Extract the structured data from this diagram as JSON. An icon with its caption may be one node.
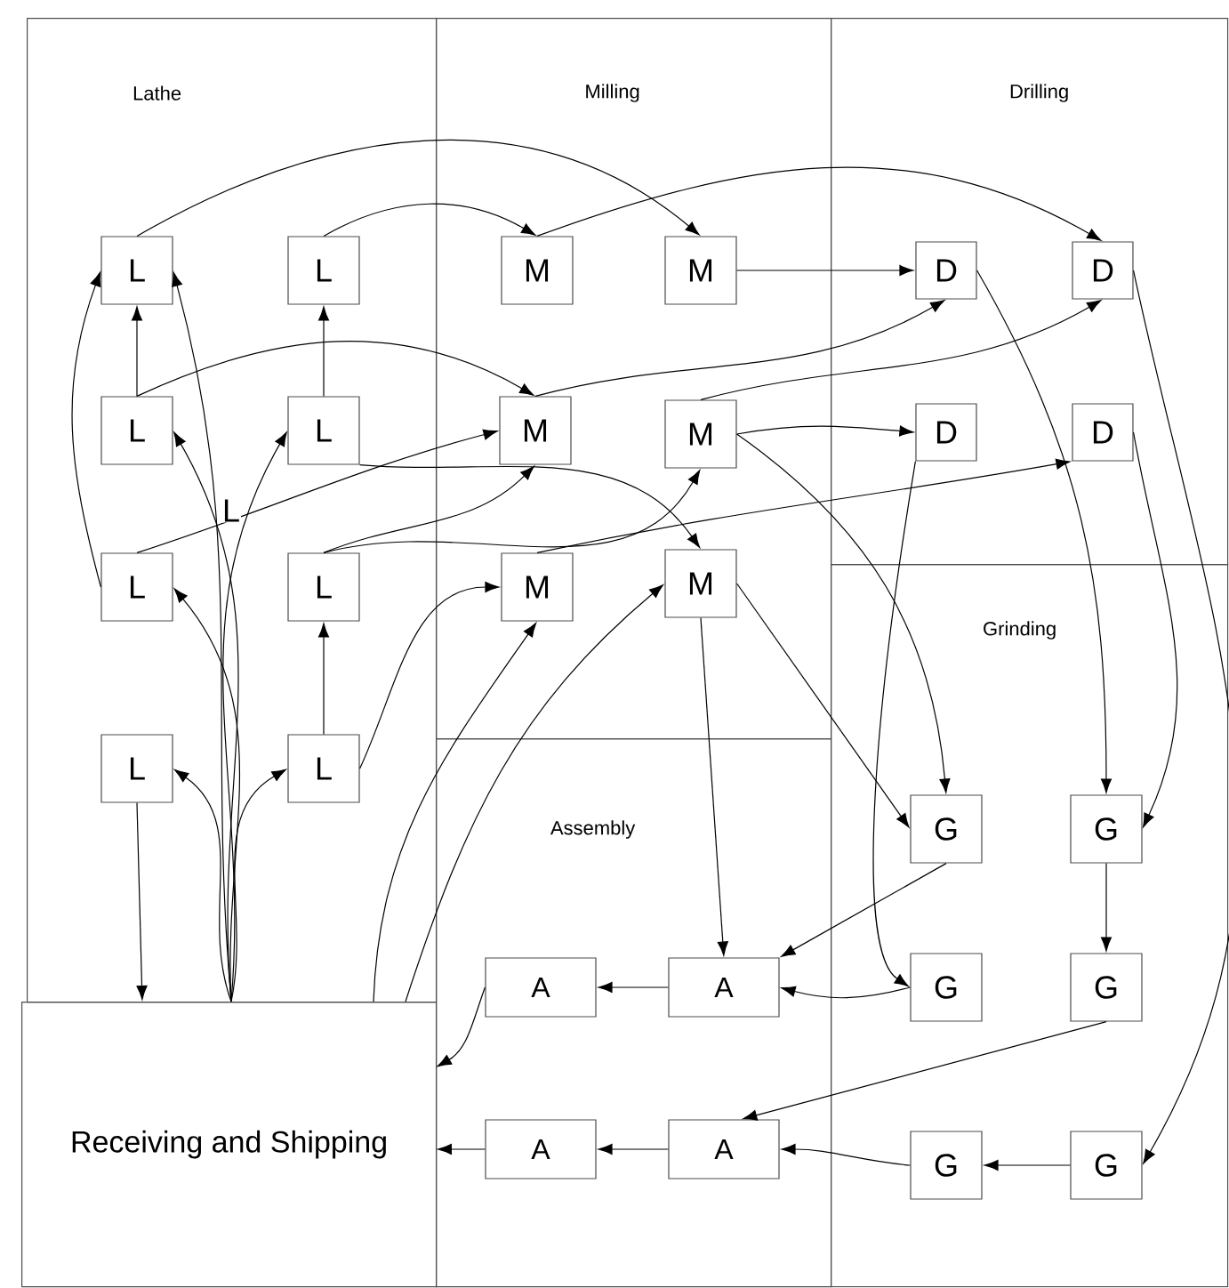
{
  "diagram": {
    "nodes": [
      {
        "text": [
          "Lathe"
        ]
      },
      {
        "text": [
          "L"
        ],
        "in": 0
      },
      {
        "text": [
          "L"
        ],
        "in": 0
      },
      {
        "text": [
          "L"
        ],
        "in": 0
      },
      {
        "text": [
          "L"
        ],
        "in": 0
      },
      {
        "text": [
          "L"
        ],
        "in": 0
      },
      {
        "text": [
          "L"
        ],
        "in": 0
      },
      {
        "text": [
          "L"
        ],
        "in": 0
      },
      {
        "text": [
          "L"
        ],
        "in": 0
      },
      {
        "text": [
          "Milling"
        ]
      },
      {
        "text": [
          "M"
        ],
        "in": 9
      },
      {
        "text": [
          "M"
        ],
        "in": 9
      },
      {
        "text": [
          "M"
        ],
        "in": 9
      },
      {
        "text": [
          "M"
        ],
        "in": 9
      },
      {
        "text": [
          "M"
        ],
        "in": 9
      },
      {
        "text": [
          "M"
        ],
        "in": 9
      },
      {
        "text": [
          "Drilling"
        ]
      },
      {
        "text": [
          "D"
        ],
        "in": 16
      },
      {
        "text": [
          "D"
        ],
        "in": 16
      },
      {
        "text": [
          "D"
        ],
        "in": 16
      },
      {
        "text": [
          "D"
        ],
        "in": 16
      },
      {
        "text": [
          "Grinding"
        ]
      },
      {
        "text": [
          "G"
        ],
        "in": 21
      },
      {
        "text": [
          "G"
        ],
        "in": 21
      },
      {
        "text": [
          "G"
        ],
        "in": 21
      },
      {
        "text": [
          "G"
        ],
        "in": 21
      },
      {
        "text": [
          "G"
        ],
        "in": 21
      },
      {
        "text": [
          "G"
        ],
        "in": 21
      },
      {
        "text": [
          "Assembly"
        ]
      },
      {
        "text": [
          "A"
        ],
        "in": 28
      },
      {
        "text": [
          "A"
        ],
        "in": 28
      },
      {
        "text": [
          "A"
        ],
        "in": 28
      },
      {
        "text": [
          "A"
        ],
        "in": 28
      },
      {
        "text": [
          "Receiving and Shipping"
        ]
      }
    ],
    "edges": [
      {
        "from": 33,
        "to": 1,
        "arrow": "to"
      },
      {
        "from": 33,
        "to": 3,
        "arrow": "to"
      },
      {
        "from": 33,
        "to": 4,
        "arrow": "to"
      },
      {
        "from": 33,
        "to": 5,
        "arrow": "to"
      },
      {
        "from": 33,
        "to": 7,
        "arrow": "to"
      },
      {
        "from": 33,
        "to": 8,
        "arrow": "to"
      },
      {
        "from": 7,
        "to": 33,
        "arrow": "to"
      },
      {
        "from": 3,
        "to": 1,
        "arrow": "to"
      },
      {
        "from": 4,
        "to": 2,
        "arrow": "to"
      },
      {
        "from": 8,
        "to": 6,
        "arrow": "to"
      },
      {
        "from": 5,
        "to": 1,
        "arrow": "to"
      },
      {
        "from": 1,
        "to": 11,
        "arrow": "to"
      },
      {
        "from": 2,
        "to": 10,
        "arrow": "to"
      },
      {
        "from": 3,
        "to": 12,
        "arrow": "to"
      },
      {
        "from": 4,
        "to": 15,
        "arrow": "to"
      },
      {
        "from": 5,
        "to": 12,
        "arrow": "to"
      },
      {
        "from": 6,
        "to": 12,
        "arrow": "to"
      },
      {
        "from": 6,
        "to": 13,
        "arrow": "to"
      },
      {
        "from": 8,
        "to": 14,
        "arrow": "to"
      },
      {
        "from": 33,
        "to": 14,
        "arrow": "to"
      },
      {
        "from": 33,
        "to": 15,
        "arrow": "to"
      },
      {
        "from": 14,
        "to": 20,
        "arrow": "to"
      },
      {
        "from": 10,
        "to": 18,
        "arrow": "to"
      },
      {
        "from": 11,
        "to": 17,
        "arrow": "to"
      },
      {
        "from": 12,
        "to": 17,
        "arrow": "to"
      },
      {
        "from": 13,
        "to": 18,
        "arrow": "to"
      },
      {
        "from": 13,
        "to": 19,
        "arrow": "to"
      },
      {
        "from": 13,
        "to": 22,
        "arrow": "to"
      },
      {
        "from": 15,
        "to": 22,
        "arrow": "to"
      },
      {
        "from": 15,
        "to": 30,
        "arrow": "to"
      },
      {
        "from": 17,
        "to": 23,
        "arrow": "to"
      },
      {
        "from": 18,
        "to": 27,
        "arrow": "to"
      },
      {
        "from": 19,
        "to": 24,
        "arrow": "to"
      },
      {
        "from": 20,
        "to": 23,
        "arrow": "to"
      },
      {
        "from": 22,
        "to": 30,
        "arrow": "to"
      },
      {
        "from": 23,
        "to": 25,
        "arrow": "to"
      },
      {
        "from": 24,
        "to": 30,
        "arrow": "to"
      },
      {
        "from": 25,
        "to": 32,
        "arrow": "to"
      },
      {
        "from": 27,
        "to": 26,
        "arrow": "to"
      },
      {
        "from": 26,
        "to": 32,
        "arrow": "to"
      },
      {
        "from": 30,
        "to": 29,
        "arrow": "to"
      },
      {
        "from": 29,
        "to": 33,
        "arrow": "to"
      },
      {
        "from": 32,
        "to": 31,
        "arrow": "to"
      },
      {
        "from": 31,
        "to": 33,
        "arrow": "to"
      }
    ],
    "labels": [
      "L"
    ]
  }
}
